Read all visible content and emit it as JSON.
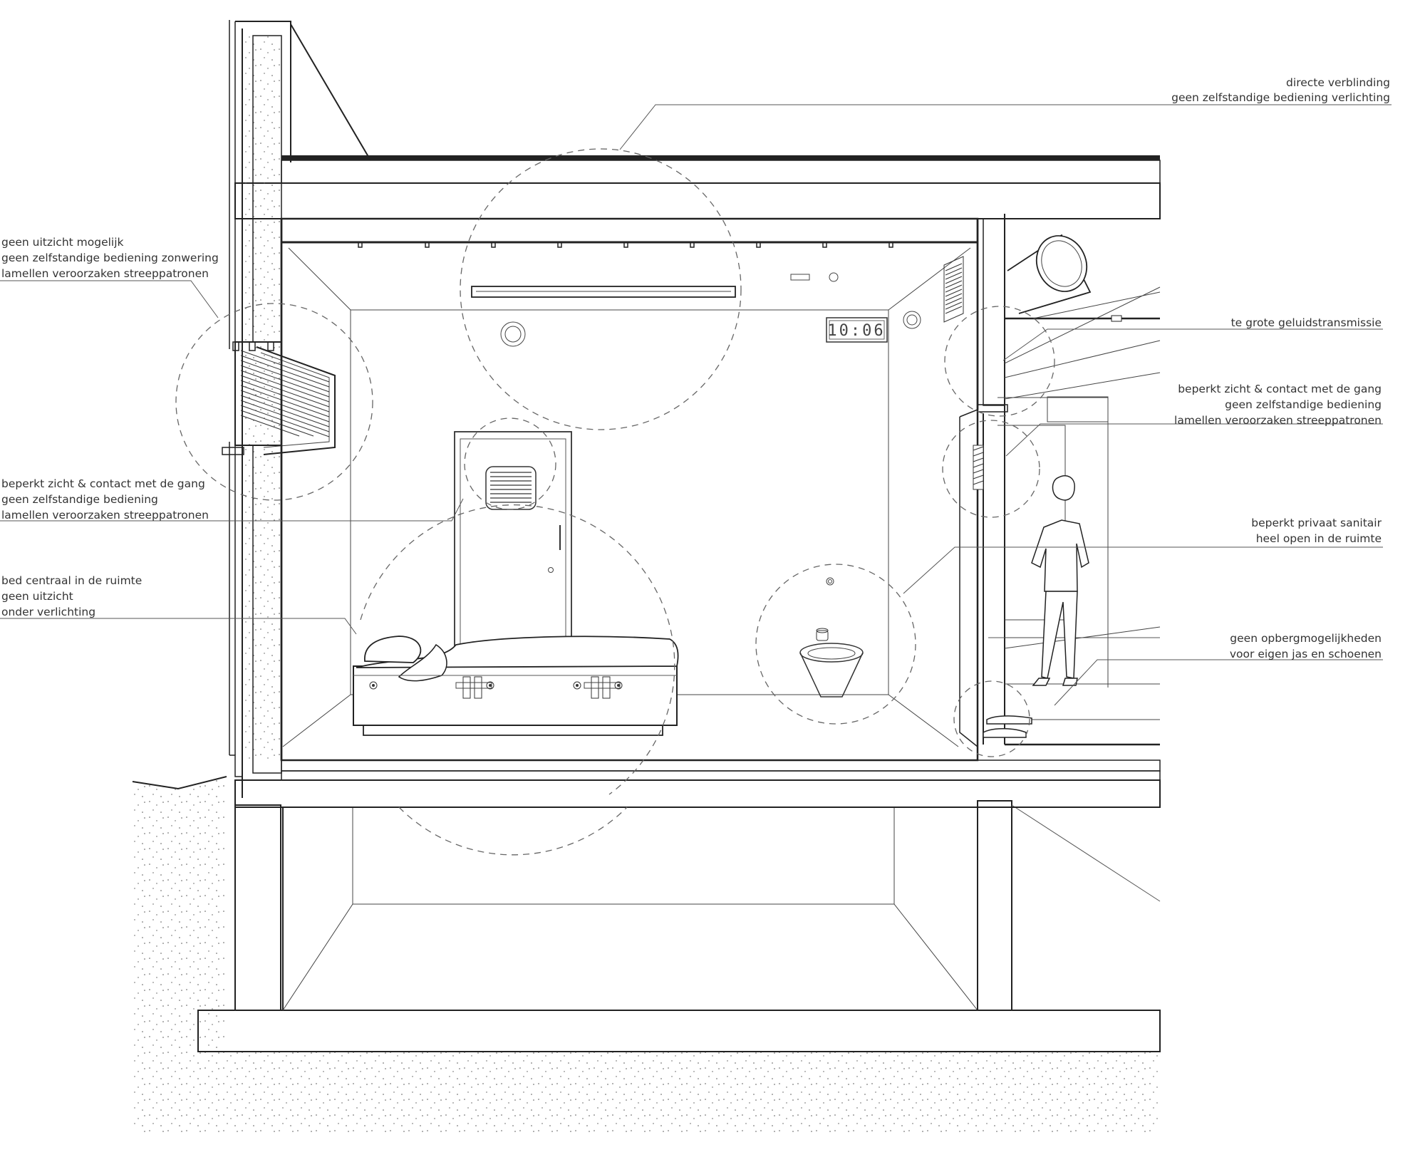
{
  "annotations": [
    {
      "lines": [
        "directe verblinding",
        "geen zelfstandige bediening verlichting"
      ]
    },
    {
      "lines": [
        "geen uitzicht mogelijk",
        "geen zelfstandige bediening zonwering",
        "lamellen veroorzaken streeppatronen"
      ]
    },
    {
      "lines": [
        "te grote geluidstransmissie"
      ]
    },
    {
      "lines": [
        "beperkt zicht & contact met de gang",
        "geen zelfstandige bediening",
        "lamellen veroorzaken streeppatronen"
      ]
    },
    {
      "lines": [
        "beperkt zicht & contact met de gang",
        "geen zelfstandige bediening",
        "lamellen veroorzaken streeppatronen"
      ]
    },
    {
      "lines": [
        "beperkt privaat sanitair",
        "heel open in de ruimte"
      ]
    },
    {
      "lines": [
        "bed centraal in de ruimte",
        "geen uitzicht",
        "onder verlichting"
      ]
    },
    {
      "lines": [
        "geen opbergmogelijkheden",
        "voor eigen jas en schoenen"
      ]
    }
  ],
  "clock": {
    "time": "10:06"
  },
  "colors": {
    "line": "#222222",
    "hatch": "#444444",
    "text": "#333333",
    "background": "#ffffff"
  }
}
